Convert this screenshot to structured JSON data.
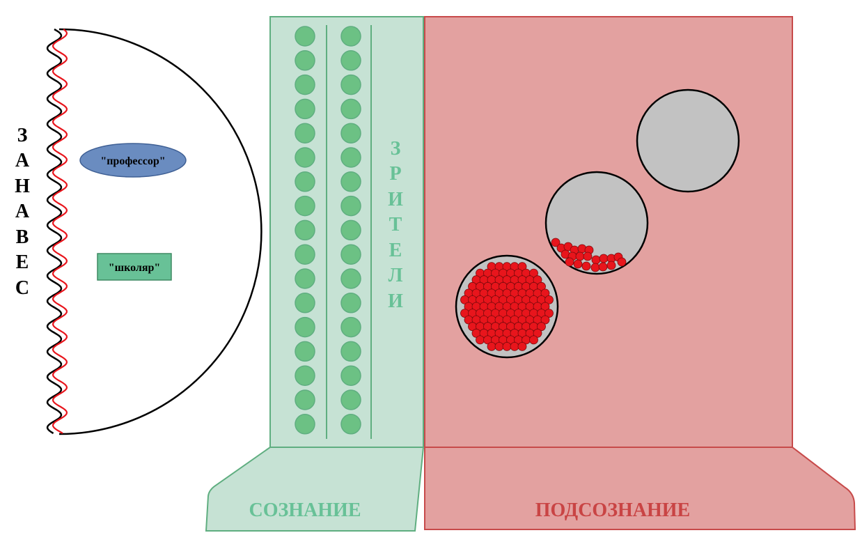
{
  "curtain": {
    "letters": [
      "З",
      "А",
      "Н",
      "А",
      "В",
      "Е",
      "С"
    ]
  },
  "stage": {
    "professor_label": "\"профессор\"",
    "scholar_label": "\"школяр\""
  },
  "consciousness": {
    "base_label": "СОЗНАНИЕ",
    "spectators_letters": [
      "З",
      "Р",
      "И",
      "Т",
      "Е",
      "Л",
      "И"
    ],
    "seat_rows": 17,
    "seat_columns": 2
  },
  "subconscious": {
    "base_label": "ПОДСОЗНАНИЕ",
    "containers": 3
  },
  "colors": {
    "green_fill": "#c6e2d4",
    "green_stroke": "#5fae80",
    "seat_fill": "#6cc184",
    "red_fill": "#e3a1a0",
    "red_stroke": "#c74a4a",
    "red_text": "#c94444",
    "ball_fill": "#e8151c",
    "sphere_fill": "#c2c2c2",
    "professor_fill": "#6a8cc0",
    "scholar_fill": "#68c197"
  }
}
